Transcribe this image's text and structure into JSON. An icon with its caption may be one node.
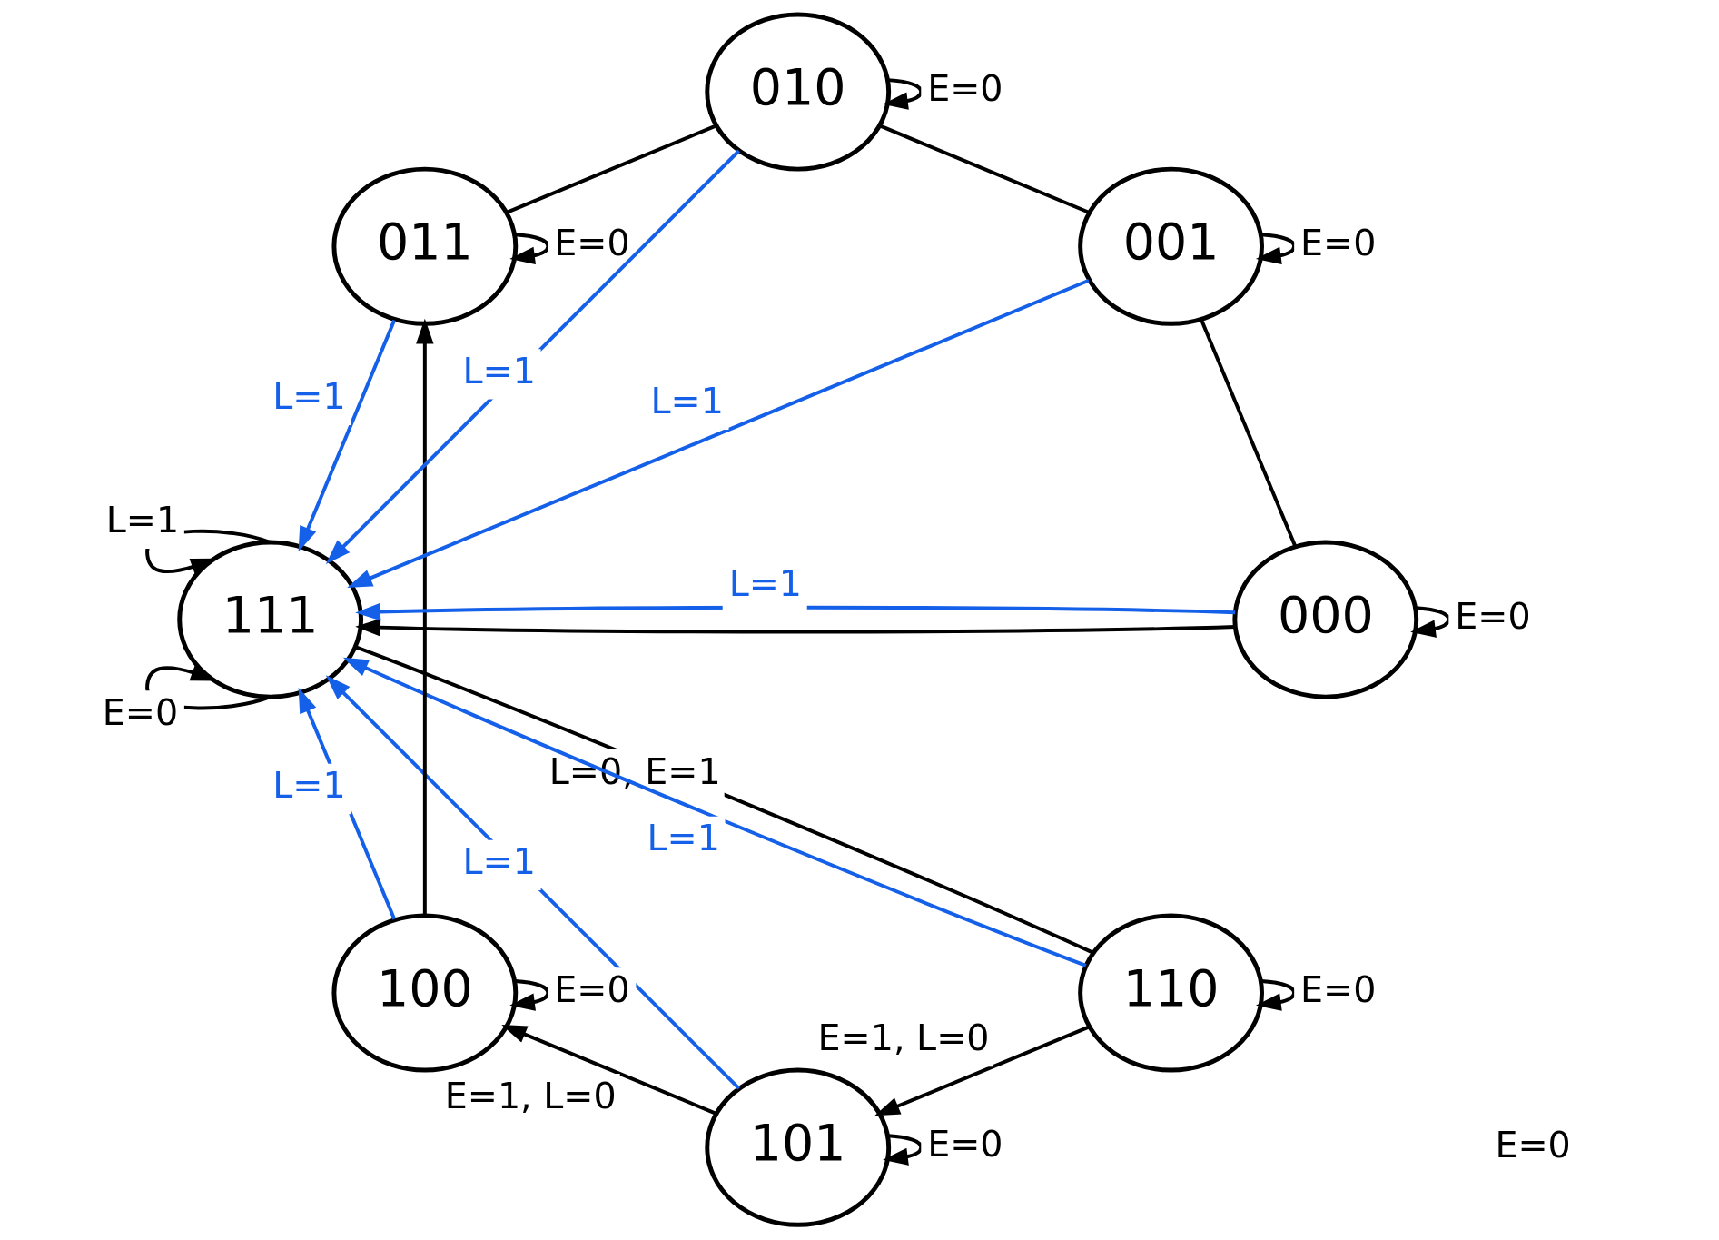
{
  "diagram": {
    "nodes": [
      {
        "text": [
          "111"
        ]
      },
      {
        "text": [
          "110"
        ]
      },
      {
        "text": [
          "101"
        ]
      },
      {
        "text": [
          "100"
        ]
      },
      {
        "text": [
          "011"
        ]
      },
      {
        "text": [
          "010"
        ]
      },
      {
        "text": [
          "001"
        ]
      },
      {
        "text": [
          "000"
        ]
      }
    ],
    "edges": [
      {
        "from": 0,
        "to": 1,
        "arrow": "none",
        "label": "L=0, E=1"
      },
      {
        "from": 1,
        "to": 2,
        "arrow": "to",
        "label": "E=1, L=0"
      },
      {
        "from": 2,
        "to": 3,
        "arrow": "to",
        "label": "E=1, L=0"
      },
      {
        "from": 3,
        "to": 4,
        "arrow": "to"
      },
      {
        "from": 4,
        "to": 5,
        "arrow": "none"
      },
      {
        "from": 5,
        "to": 6,
        "arrow": "none"
      },
      {
        "from": 6,
        "to": 7,
        "arrow": "none"
      },
      {
        "from": 7,
        "to": 0,
        "arrow": "to"
      },
      {
        "from": 0,
        "to": 0,
        "arrow": "to",
        "label": "L=1"
      },
      {
        "from": 0,
        "to": 0,
        "arrow": "to",
        "label": "E=0"
      },
      {
        "from": 1,
        "to": 1,
        "arrow": "to",
        "label": "E=0"
      },
      {
        "from": 2,
        "to": 2,
        "arrow": "to",
        "label": "E=0"
      },
      {
        "from": 3,
        "to": 3,
        "arrow": "to",
        "label": "E=0"
      },
      {
        "from": 4,
        "to": 4,
        "arrow": "to",
        "label": "E=0"
      },
      {
        "from": 5,
        "to": 5,
        "arrow": "to",
        "label": "E=0"
      },
      {
        "from": 6,
        "to": 6,
        "arrow": "to",
        "label": "E=0"
      },
      {
        "from": 7,
        "to": 7,
        "arrow": "to",
        "label": "E=0"
      },
      {
        "from": 1,
        "to": 0,
        "arrow": "to",
        "label": "L=1",
        "color": "#1560e8"
      },
      {
        "from": 2,
        "to": 0,
        "arrow": "to",
        "label": "L=1",
        "color": "#1560e8"
      },
      {
        "from": 3,
        "to": 0,
        "arrow": "to",
        "label": "L=1",
        "color": "#1560e8"
      },
      {
        "from": 4,
        "to": 0,
        "arrow": "to",
        "label": "L=1",
        "color": "#1560e8"
      },
      {
        "from": 5,
        "to": 0,
        "arrow": "to",
        "label": "L=1",
        "color": "#1560e8"
      },
      {
        "from": 6,
        "to": 0,
        "arrow": "to",
        "label": "L=1",
        "color": "#1560e8"
      },
      {
        "from": 7,
        "to": 0,
        "arrow": "to",
        "label": "L=1",
        "color": "#1560e8"
      }
    ],
    "labels": [
      "E=0"
    ]
  }
}
